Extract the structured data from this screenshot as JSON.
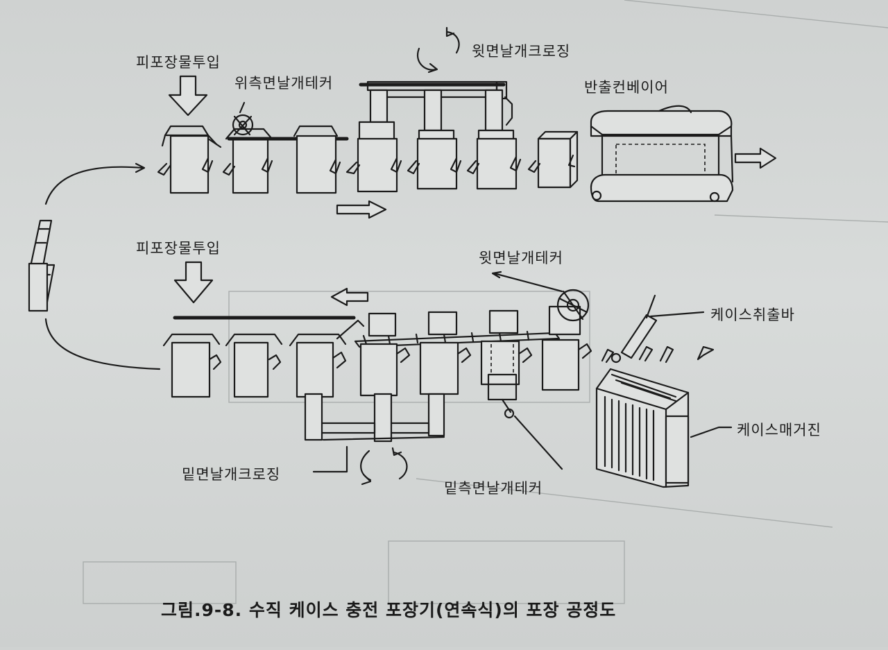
{
  "labels": {
    "product_feed_top": "피포장물투입",
    "upper_side_flap_opener": "위측면날개테커",
    "top_flap_closing": "윗면날개크로징",
    "discharge_conveyor": "반출컨베이어",
    "product_feed_bottom": "피포장물투입",
    "top_flap_opener": "윗면날개테커",
    "case_pickup_bar": "케이스취출바",
    "case_magazine": "케이스매거진",
    "bottom_flap_closing": "밑면날개크로징",
    "bottom_side_flap_opener": "밑측면날개테커"
  },
  "caption": "그림.9-8. 수직 케이스 충전 포장기(연속식)의 포장 공정도"
}
